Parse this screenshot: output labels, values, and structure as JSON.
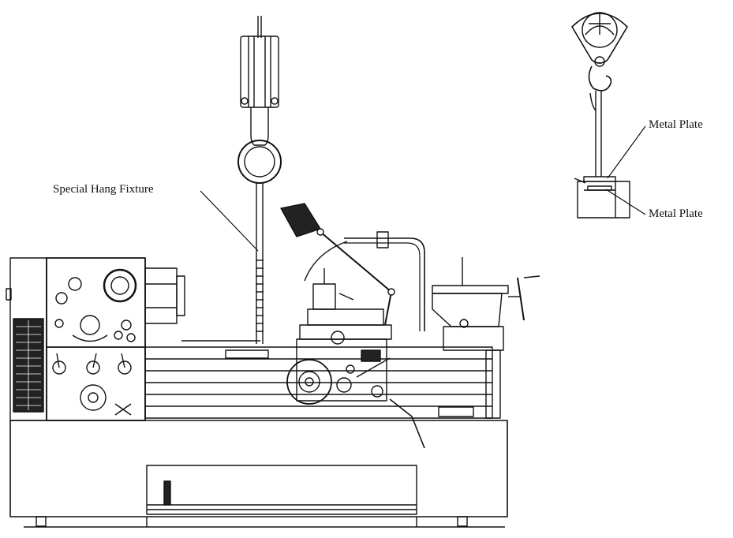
{
  "labels": {
    "hang_fixture": "Special Hang Fixture",
    "metal_plate_top": "Metal Plate",
    "metal_plate_bottom": "Metal Plate"
  },
  "colors": {
    "line": "#111111",
    "fill": "#ffffff",
    "panel_dark": "#222222"
  }
}
